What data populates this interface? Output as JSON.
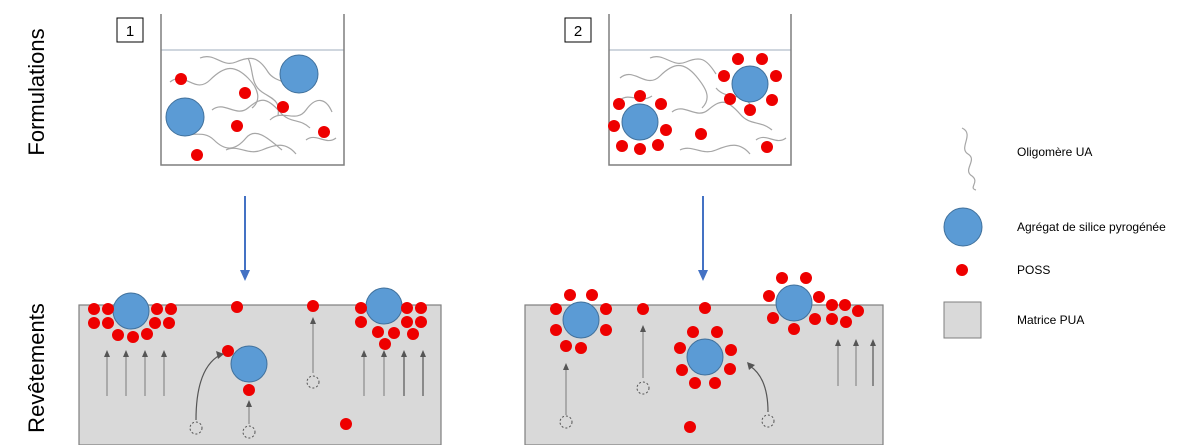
{
  "row_labels": {
    "top": "Formulations",
    "bottom": "Revêtements"
  },
  "panels": [
    {
      "number": "1"
    },
    {
      "number": "2"
    }
  ],
  "legend": [
    {
      "icon": "oligomer-squiggle-icon",
      "label": "Oligomère UA"
    },
    {
      "icon": "silica-aggregate-icon",
      "label": "Agrégat de silice pyrogénée"
    },
    {
      "icon": "poss-particle-icon",
      "label": "POSS"
    },
    {
      "icon": "pua-matrix-swatch-icon",
      "label": "Matrice PUA"
    }
  ],
  "colors": {
    "poss_red": "#ee0000",
    "silica_blue": "#5b9bd5",
    "silica_stroke": "#41719c",
    "arrow_blue": "#4472c4",
    "matrix_fill": "#d9d9d9",
    "matrix_stroke": "#7f7f7f",
    "oligomer_gray": "#a6a6a6"
  }
}
